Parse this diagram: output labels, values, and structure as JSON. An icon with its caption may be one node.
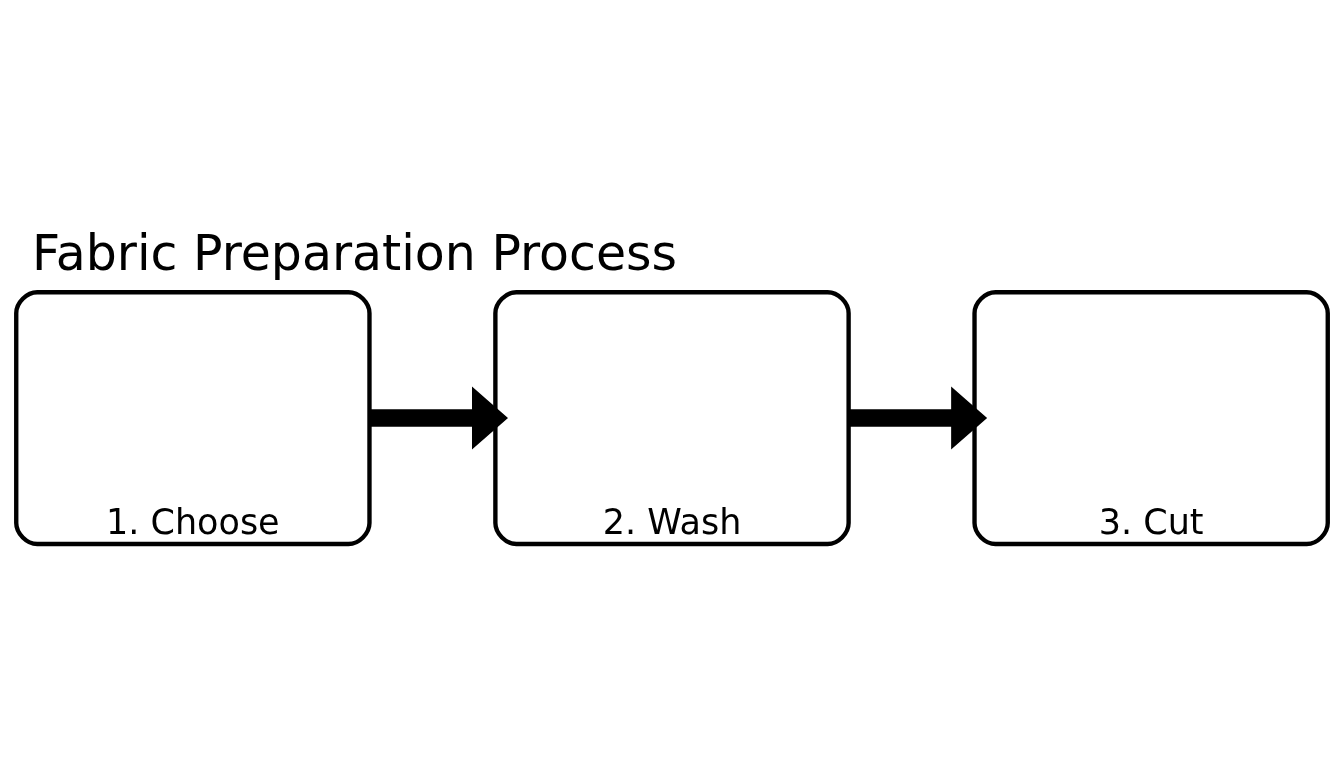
{
  "diagram": {
    "title": "Fabric Preparation Process",
    "nodes": [
      {
        "text": [
          "1. Choose"
        ]
      },
      {
        "text": [
          "2. Wash"
        ]
      },
      {
        "text": [
          "3. Cut"
        ]
      }
    ],
    "edges": [
      {
        "from": 0,
        "to": 1,
        "arrow": "to"
      },
      {
        "from": 1,
        "to": 2,
        "arrow": "to"
      }
    ]
  }
}
